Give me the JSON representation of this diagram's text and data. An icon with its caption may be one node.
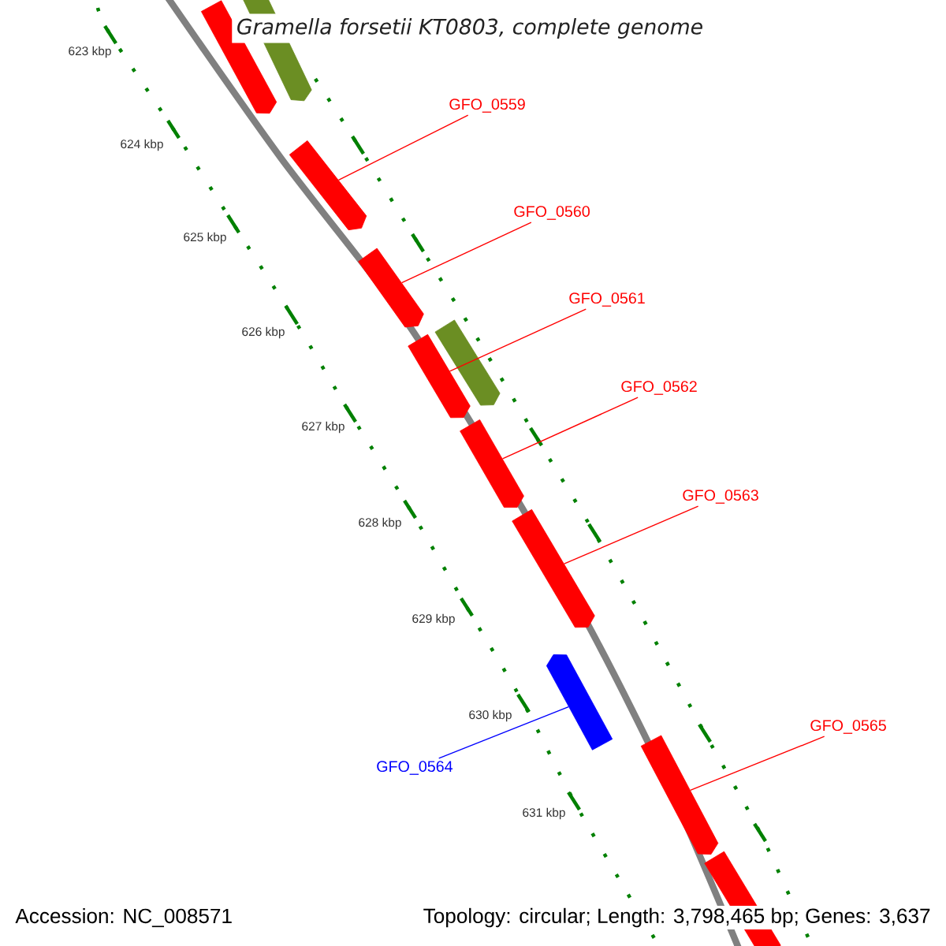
{
  "diagram": {
    "title": "Gramella forsetii KT0803, complete genome",
    "nodes": [
      {
        "text": [
          "GFO_0559"
        ]
      },
      {
        "text": [],
        "shape": "bar"
      },
      {
        "text": [
          "GFO_0560"
        ]
      },
      {
        "text": [],
        "shape": "bar"
      },
      {
        "text": [
          "GFO_0561"
        ]
      },
      {
        "text": [],
        "shape": "bar"
      },
      {
        "text": [
          "GFO_0562"
        ]
      },
      {
        "text": [],
        "shape": "bar"
      },
      {
        "text": [
          "GFO_0563"
        ]
      },
      {
        "text": [],
        "shape": "bar"
      },
      {
        "text": [
          "GFO_0565"
        ]
      },
      {
        "text": [],
        "shape": "bar"
      },
      {
        "text": [
          "GFO_0564"
        ]
      },
      {
        "text": [],
        "shape": "bar"
      }
    ],
    "edges": [
      {
        "from": 0,
        "to": 1,
        "arrow": "none"
      },
      {
        "from": 2,
        "to": 3,
        "arrow": "none"
      },
      {
        "from": 4,
        "to": 5,
        "arrow": "none"
      },
      {
        "from": 6,
        "to": 7,
        "arrow": "none"
      },
      {
        "from": 8,
        "to": 9,
        "arrow": "none"
      },
      {
        "from": 10,
        "to": 11,
        "arrow": "none"
      },
      {
        "from": 12,
        "to": 13,
        "arrow": "none",
        "color": "#0000ff"
      }
    ],
    "labels": [
      "623 kbp",
      "624 kbp",
      "625 kbp",
      "626 kbp",
      "627 kbp",
      "628 kbp",
      "629 kbp",
      "630 kbp",
      "631 kbp",
      "Accession: NC_008571",
      "Topology: circular; Length: 3,798,465 bp; Genes: 3,637"
    ]
  }
}
